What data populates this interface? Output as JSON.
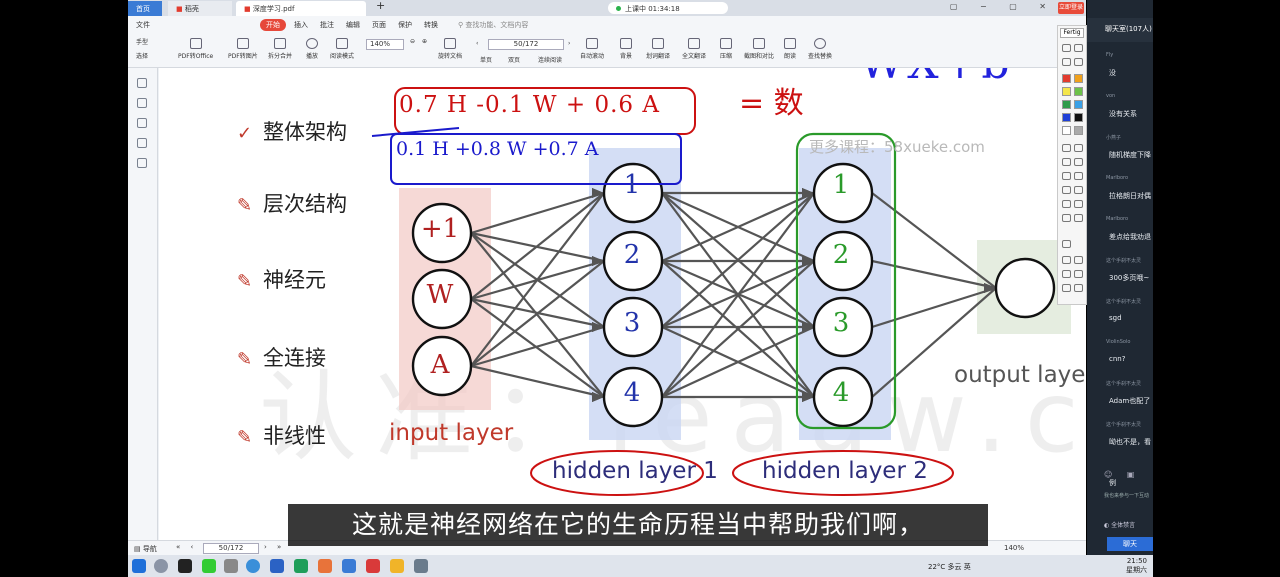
{
  "tabs": {
    "home": "首页",
    "dock": "稻壳",
    "pdf": "深度学习.pdf",
    "add": "+"
  },
  "status_pill": "上课中 01:34:18",
  "login_button": "立即登录",
  "menu": {
    "file": "文件",
    "start": "开始",
    "insert": "插入",
    "annotate": "批注",
    "edit": "编辑",
    "page": "页面",
    "protect": "保护",
    "convert": "转换",
    "search": "查找功能、文档内容"
  },
  "toolbar": {
    "hand": "手型",
    "select": "选择",
    "pdf_to_office": "PDF转Office",
    "pdf_to_image": "PDF转图片",
    "split_merge": "拆分合并",
    "play": "播放",
    "read_mode": "阅读模式",
    "zoom": "140%",
    "rotate": "旋转文档",
    "page": "50/172",
    "single": "单页",
    "double": "双页",
    "continuous": "连续阅读",
    "auto_scroll": "自动滚动",
    "background": "背景",
    "translate": "划词翻译",
    "full_translate": "全文翻译",
    "compress": "压缩",
    "screenshot": "截图和对比",
    "read_aloud": "朗读",
    "find_replace": "查找替换"
  },
  "slide": {
    "bullets": [
      "整体架构",
      "层次结构",
      "神经元",
      "全连接",
      "非线性"
    ],
    "watermark_url": "更多课程：58xueke.com",
    "watermark_big": "认准：leaaw.cn",
    "labels": {
      "input": "input layer",
      "hidden1": "hidden layer 1",
      "hidden2": "hidden layer 2",
      "output": "output laye"
    },
    "input_nodes": [
      "+1",
      "W",
      "A"
    ],
    "hidden1_nodes": [
      "1",
      "2",
      "3",
      "4"
    ],
    "hidden2_nodes": [
      "1",
      "2",
      "3",
      "4"
    ],
    "handwriting": {
      "formula": "WX+b",
      "eq1": "0.7 H -0.1 W + 0.6 A",
      "eq2": "0.1 H +0.8 W +0.7 A",
      "eq_result": "= 数"
    }
  },
  "palette": {
    "name": "Fertig",
    "colors": [
      "#e23b2e",
      "#f0a11c",
      "#f4e64a",
      "#6cc24a",
      "#2f9b4a",
      "#3aa0e6",
      "#1e3fd6",
      "#111111",
      "#ffffff",
      "#aaaaaa"
    ]
  },
  "chat": {
    "title": "聊天室(107人)",
    "messages": [
      {
        "user": "Fly",
        "text": "没"
      },
      {
        "user": "von",
        "text": "没有关系"
      },
      {
        "user": "小燕子",
        "text": "随机梯度下降"
      },
      {
        "user": "Marlboro",
        "text": "拉格朗日对偶"
      },
      {
        "user": "Marlboro",
        "text": "差点给我劝退"
      },
      {
        "user": "这个手刹不太灵",
        "text": "300多页哦~"
      },
      {
        "user": "这个手刹不太灵",
        "text": "sgd"
      },
      {
        "user": "ViolinSolo",
        "text": "cnn?"
      },
      {
        "user": "这个手刹不太灵",
        "text": "Adam也配了"
      },
      {
        "user": "这个手刹不太灵",
        "text": "呦也不是，看"
      },
      {
        "user": "",
        "text": "例"
      }
    ],
    "input_hint": "我也来参与一下互动",
    "all_mute": "全体禁言",
    "button": "聊天"
  },
  "statusbar": {
    "nav": "导航",
    "page": "50/172",
    "zoom": "140%"
  },
  "taskbar": {
    "weather": "22°C 多云",
    "lang": "英",
    "time": "21:50",
    "day": "星期六"
  },
  "subtitle": "这就是神经网络在它的生命历程当中帮助我们啊，"
}
